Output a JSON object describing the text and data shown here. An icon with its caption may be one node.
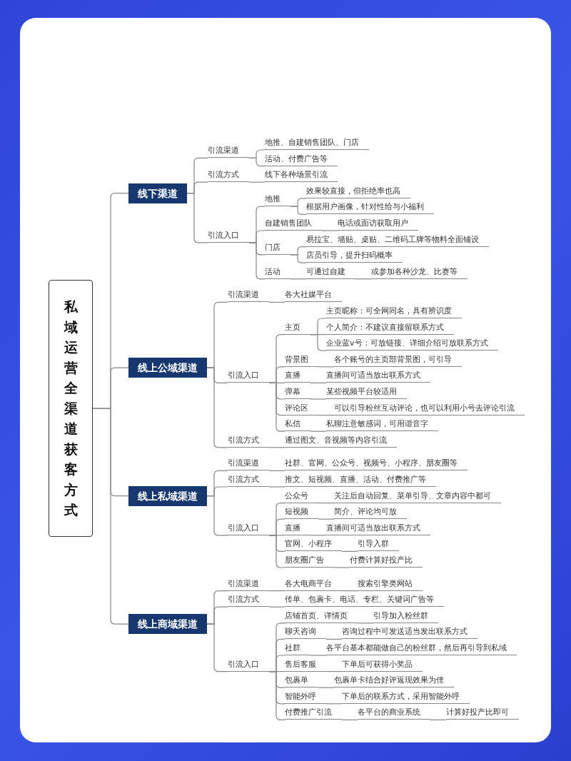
{
  "diagram": {
    "nodes": [
      {
        "text": [
          "私域运营全渠道获客方式"
        ]
      },
      {
        "text": [
          "线下渠道"
        ]
      },
      {
        "text": [
          "引流渠道"
        ]
      },
      {
        "text": [
          "地推、自建销售团队、门店"
        ]
      },
      {
        "text": [
          "活动、付费广告等"
        ]
      },
      {
        "text": [
          "引流方式"
        ]
      },
      {
        "text": [
          "线下各种场景引流"
        ]
      },
      {
        "text": [
          "引流入口"
        ]
      },
      {
        "text": [
          "地推"
        ]
      },
      {
        "text": [
          "效果较直接，但拒绝率也高"
        ]
      },
      {
        "text": [
          "根据用户画像，针对性给与小福利"
        ]
      },
      {
        "text": [
          "自建销售团队"
        ]
      },
      {
        "text": [
          "电话或面访获取用户"
        ]
      },
      {
        "text": [
          "门店"
        ]
      },
      {
        "text": [
          "易拉宝、墙贴、桌贴、二维码工牌等物料全面铺设"
        ]
      },
      {
        "text": [
          "店员引导，提升扫码概率"
        ]
      },
      {
        "text": [
          "活动"
        ]
      },
      {
        "text": [
          "可通过自建"
        ]
      },
      {
        "text": [
          "或参加各种沙龙、比赛等"
        ]
      },
      {
        "text": [
          "线上公域渠道"
        ]
      },
      {
        "text": [
          "引流渠道"
        ]
      },
      {
        "text": [
          "各大社媒平台"
        ]
      },
      {
        "text": [
          "引流入口"
        ]
      },
      {
        "text": [
          "主页"
        ]
      },
      {
        "text": [
          "主页昵称：可全网同名，具有辨识度"
        ]
      },
      {
        "text": [
          "个人简介：不建议直接留联系方式"
        ]
      },
      {
        "text": [
          "企业蓝v号：可放链接、详细介绍可放联系方式"
        ]
      },
      {
        "text": [
          "背景图"
        ]
      },
      {
        "text": [
          "各个账号的主页部背景图，可引导"
        ]
      },
      {
        "text": [
          "直播"
        ]
      },
      {
        "text": [
          "直播间可适当放出联系方式"
        ]
      },
      {
        "text": [
          "弹幕"
        ]
      },
      {
        "text": [
          "某些视频平台较适用"
        ]
      },
      {
        "text": [
          "评论区"
        ]
      },
      {
        "text": [
          "可以引导粉丝互动评论，也可以利用小号去评论引流"
        ]
      },
      {
        "text": [
          "私信"
        ]
      },
      {
        "text": [
          "私聊注意敏感词，可用谐音字"
        ]
      },
      {
        "text": [
          "引流方式"
        ]
      },
      {
        "text": [
          "通过图文、音视频等内容引流"
        ]
      },
      {
        "text": [
          "线上私域渠道"
        ]
      },
      {
        "text": [
          "引流渠道"
        ]
      },
      {
        "text": [
          "社群、官网、公众号、视频号、小程序、朋友圈等"
        ]
      },
      {
        "text": [
          "引流方式"
        ]
      },
      {
        "text": [
          "推文、短视频、直播、活动、付费推广等"
        ]
      },
      {
        "text": [
          "引流入口"
        ]
      },
      {
        "text": [
          "公众号"
        ]
      },
      {
        "text": [
          "关注后自动回复、菜单引导、文章内容中都可"
        ]
      },
      {
        "text": [
          "短视频"
        ]
      },
      {
        "text": [
          "简介、评论均可放"
        ]
      },
      {
        "text": [
          "直播"
        ]
      },
      {
        "text": [
          "直播间可适当放出联系方式"
        ]
      },
      {
        "text": [
          "官网、小程序"
        ]
      },
      {
        "text": [
          "引导入群"
        ]
      },
      {
        "text": [
          "朋友圈广告"
        ]
      },
      {
        "text": [
          "付费计算好投产比"
        ]
      },
      {
        "text": [
          "线上商域渠道"
        ]
      },
      {
        "text": [
          "引流渠道"
        ]
      },
      {
        "text": [
          "各大电商平台"
        ]
      },
      {
        "text": [
          "搜索引擎类网站"
        ]
      },
      {
        "text": [
          "引流方式"
        ]
      },
      {
        "text": [
          "传单、包裹卡、电话、专栏、关键词广告等"
        ]
      },
      {
        "text": [
          "引流入口"
        ]
      },
      {
        "text": [
          "店铺首页、详情页"
        ]
      },
      {
        "text": [
          "引导加入粉丝群"
        ]
      },
      {
        "text": [
          "聊天咨询"
        ]
      },
      {
        "text": [
          "咨询过程中可发送适当发出联系方式"
        ]
      },
      {
        "text": [
          "社群"
        ]
      },
      {
        "text": [
          "各平台基本都能做自己的粉丝群，然后再引导到私域"
        ]
      },
      {
        "text": [
          "售后客服"
        ]
      },
      {
        "text": [
          "下单后可获得小奖品"
        ]
      },
      {
        "text": [
          "包裹单"
        ]
      },
      {
        "text": [
          "包裹单卡结合好评返现效果为佳"
        ]
      },
      {
        "text": [
          "智能外呼"
        ]
      },
      {
        "text": [
          "下单后的联系方式，采用智能外呼"
        ]
      },
      {
        "text": [
          "付费推广引流"
        ]
      },
      {
        "text": [
          "各平台的商业系统"
        ]
      },
      {
        "text": [
          "计算好投产比即可"
        ]
      }
    ],
    "edges": [
      {
        "from": 0,
        "to": 1,
        "arrow": "none"
      },
      {
        "from": 1,
        "to": 2,
        "arrow": "none"
      },
      {
        "from": 2,
        "to": 3,
        "arrow": "none"
      },
      {
        "from": 2,
        "to": 4,
        "arrow": "none"
      },
      {
        "from": 1,
        "to": 5,
        "arrow": "none"
      },
      {
        "from": 5,
        "to": 6,
        "arrow": "none"
      },
      {
        "from": 1,
        "to": 7,
        "arrow": "none"
      },
      {
        "from": 7,
        "to": 8,
        "arrow": "none"
      },
      {
        "from": 8,
        "to": 9,
        "arrow": "none"
      },
      {
        "from": 8,
        "to": 10,
        "arrow": "none"
      },
      {
        "from": 7,
        "to": 11,
        "arrow": "none"
      },
      {
        "from": 11,
        "to": 12,
        "arrow": "none"
      },
      {
        "from": 7,
        "to": 13,
        "arrow": "none"
      },
      {
        "from": 13,
        "to": 14,
        "arrow": "none"
      },
      {
        "from": 13,
        "to": 15,
        "arrow": "none"
      },
      {
        "from": 7,
        "to": 16,
        "arrow": "none"
      },
      {
        "from": 16,
        "to": 17,
        "arrow": "none"
      },
      {
        "from": 17,
        "to": 18,
        "arrow": "none"
      },
      {
        "from": 0,
        "to": 19,
        "arrow": "none"
      },
      {
        "from": 19,
        "to": 20,
        "arrow": "none"
      },
      {
        "from": 20,
        "to": 21,
        "arrow": "none"
      },
      {
        "from": 19,
        "to": 22,
        "arrow": "none"
      },
      {
        "from": 22,
        "to": 23,
        "arrow": "none"
      },
      {
        "from": 23,
        "to": 24,
        "arrow": "none"
      },
      {
        "from": 23,
        "to": 25,
        "arrow": "none"
      },
      {
        "from": 23,
        "to": 26,
        "arrow": "none"
      },
      {
        "from": 22,
        "to": 27,
        "arrow": "none"
      },
      {
        "from": 27,
        "to": 28,
        "arrow": "none"
      },
      {
        "from": 22,
        "to": 29,
        "arrow": "none"
      },
      {
        "from": 29,
        "to": 30,
        "arrow": "none"
      },
      {
        "from": 22,
        "to": 31,
        "arrow": "none"
      },
      {
        "from": 31,
        "to": 32,
        "arrow": "none"
      },
      {
        "from": 22,
        "to": 33,
        "arrow": "none"
      },
      {
        "from": 33,
        "to": 34,
        "arrow": "none"
      },
      {
        "from": 22,
        "to": 35,
        "arrow": "none"
      },
      {
        "from": 35,
        "to": 36,
        "arrow": "none"
      },
      {
        "from": 19,
        "to": 37,
        "arrow": "none"
      },
      {
        "from": 37,
        "to": 38,
        "arrow": "none"
      },
      {
        "from": 0,
        "to": 39,
        "arrow": "none"
      },
      {
        "from": 39,
        "to": 40,
        "arrow": "none"
      },
      {
        "from": 40,
        "to": 41,
        "arrow": "none"
      },
      {
        "from": 39,
        "to": 42,
        "arrow": "none"
      },
      {
        "from": 42,
        "to": 43,
        "arrow": "none"
      },
      {
        "from": 39,
        "to": 44,
        "arrow": "none"
      },
      {
        "from": 44,
        "to": 45,
        "arrow": "none"
      },
      {
        "from": 45,
        "to": 46,
        "arrow": "none"
      },
      {
        "from": 44,
        "to": 47,
        "arrow": "none"
      },
      {
        "from": 47,
        "to": 48,
        "arrow": "none"
      },
      {
        "from": 44,
        "to": 49,
        "arrow": "none"
      },
      {
        "from": 49,
        "to": 50,
        "arrow": "none"
      },
      {
        "from": 44,
        "to": 51,
        "arrow": "none"
      },
      {
        "from": 51,
        "to": 52,
        "arrow": "none"
      },
      {
        "from": 44,
        "to": 53,
        "arrow": "none"
      },
      {
        "from": 53,
        "to": 54,
        "arrow": "none"
      },
      {
        "from": 0,
        "to": 55,
        "arrow": "none"
      },
      {
        "from": 55,
        "to": 56,
        "arrow": "none"
      },
      {
        "from": 56,
        "to": 57,
        "arrow": "none"
      },
      {
        "from": 57,
        "to": 58,
        "arrow": "none"
      },
      {
        "from": 55,
        "to": 59,
        "arrow": "none"
      },
      {
        "from": 59,
        "to": 60,
        "arrow": "none"
      },
      {
        "from": 55,
        "to": 61,
        "arrow": "none"
      },
      {
        "from": 61,
        "to": 62,
        "arrow": "none"
      },
      {
        "from": 62,
        "to": 63,
        "arrow": "none"
      },
      {
        "from": 61,
        "to": 64,
        "arrow": "none"
      },
      {
        "from": 64,
        "to": 65,
        "arrow": "none"
      },
      {
        "from": 61,
        "to": 66,
        "arrow": "none"
      },
      {
        "from": 66,
        "to": 67,
        "arrow": "none"
      },
      {
        "from": 61,
        "to": 68,
        "arrow": "none"
      },
      {
        "from": 68,
        "to": 69,
        "arrow": "none"
      },
      {
        "from": 61,
        "to": 70,
        "arrow": "none"
      },
      {
        "from": 70,
        "to": 71,
        "arrow": "none"
      },
      {
        "from": 61,
        "to": 72,
        "arrow": "none"
      },
      {
        "from": 72,
        "to": 73,
        "arrow": "none"
      },
      {
        "from": 61,
        "to": 74,
        "arrow": "none"
      },
      {
        "from": 74,
        "to": 75,
        "arrow": "none"
      },
      {
        "from": 75,
        "to": 76,
        "arrow": "none"
      }
    ]
  }
}
